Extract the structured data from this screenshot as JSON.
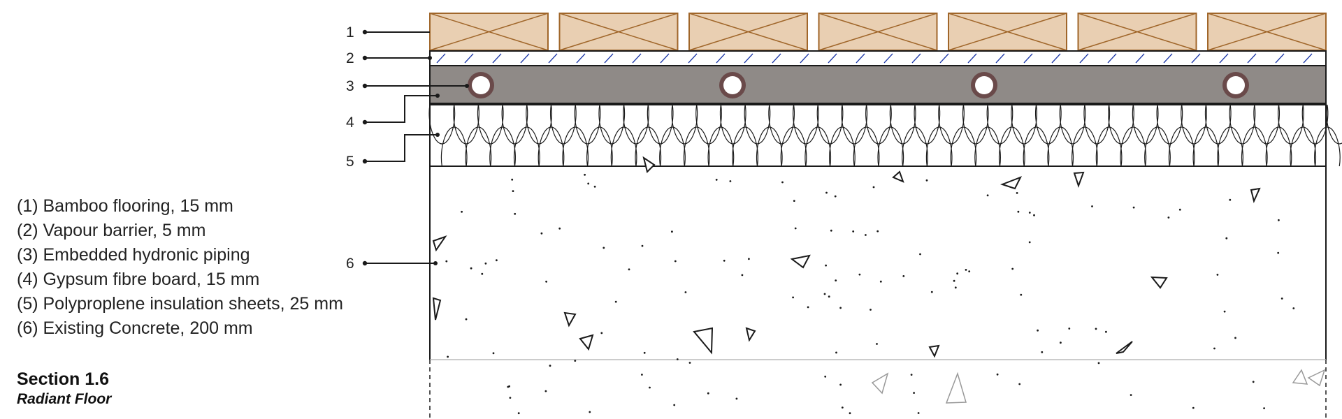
{
  "callouts": [
    {
      "id": "1",
      "label": "1"
    },
    {
      "id": "2",
      "label": "2"
    },
    {
      "id": "3",
      "label": "3"
    },
    {
      "id": "4",
      "label": "4"
    },
    {
      "id": "5",
      "label": "5"
    },
    {
      "id": "6",
      "label": "6"
    }
  ],
  "legend": [
    "(1) Bamboo flooring, 15 mm",
    "(2) Vapour barrier, 5 mm",
    "(3) Embedded hydronic piping",
    "(4) Gypsum fibre board, 15 mm",
    "(5) Polyproplene insulation sheets, 25 mm",
    "(6) Existing Concrete, 200 mm"
  ],
  "caption": {
    "title": "Section 1.6",
    "subtitle": "Radiant Floor"
  },
  "colors": {
    "bamboo_fill": "#e9cfb2",
    "bamboo_stroke": "#a0662a",
    "vapour_hatch": "#1f3aa8",
    "gypsum_fill": "#8f8a87",
    "pipe_ring": "#6a4a4a",
    "line": "#1a1a1a"
  }
}
